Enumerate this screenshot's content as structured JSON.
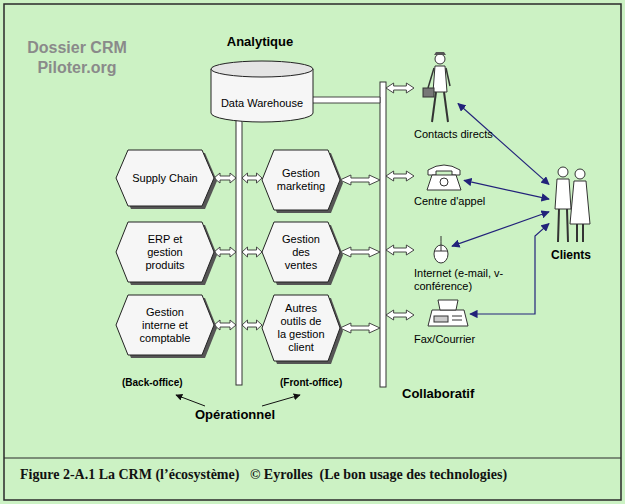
{
  "diagram": {
    "caption": "Figure 2-A.1 La CRM (l’écosystème)   © Eyrolles  (Le bon usage des technologies)",
    "nodes": [
      {
        "text": [
          "Data Warehouse"
        ]
      },
      {
        "text": [
          "Supply Chain"
        ]
      },
      {
        "text": [
          "ERP et gestion produits"
        ]
      },
      {
        "text": [
          "Gestion interne et comptable"
        ]
      },
      {
        "text": [
          "Gestion marketing"
        ]
      },
      {
        "text": [
          "Gestion des ventes"
        ]
      },
      {
        "text": [
          "Autres outils de la gestion client"
        ]
      },
      {
        "text": [
          "Contacts directs"
        ]
      },
      {
        "text": [
          "Centre d'appel"
        ]
      },
      {
        "text": [
          "Internet (e-mail, v-conférence)"
        ]
      },
      {
        "text": [
          "Fax/Courrier"
        ]
      },
      {
        "text": [
          "Clients"
        ]
      }
    ],
    "edges": [
      {
        "from": 11,
        "to": 7,
        "arrow": "both"
      },
      {
        "from": 11,
        "to": 8,
        "arrow": "both"
      },
      {
        "from": 11,
        "to": 9,
        "arrow": "both"
      },
      {
        "from": 11,
        "to": 10,
        "arrow": "both"
      }
    ],
    "labels": [
      "Dossier CRM Piloter.org",
      "Analytique",
      "(Back-office)",
      "(Front-office)",
      "Opérationnel",
      "Collaboratif"
    ]
  }
}
